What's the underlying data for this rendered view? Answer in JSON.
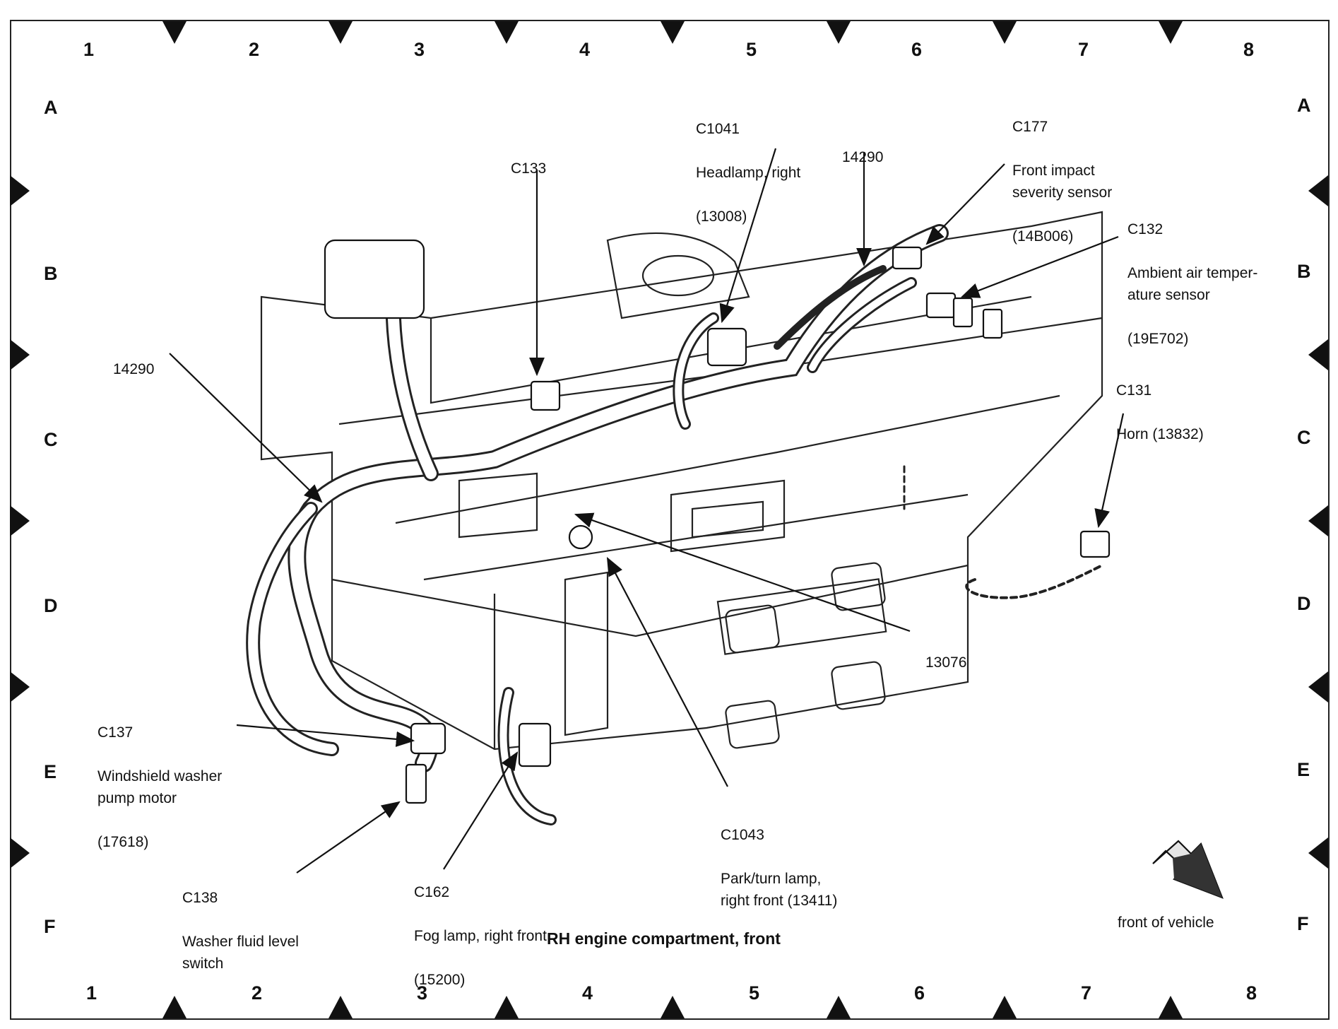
{
  "grid": {
    "columns": [
      "1",
      "2",
      "3",
      "4",
      "5",
      "6",
      "7",
      "8"
    ],
    "rows": [
      "A",
      "B",
      "C",
      "D",
      "E",
      "F"
    ]
  },
  "title": "RH engine compartment, front",
  "orientation_label": "front of vehicle",
  "callouts": {
    "c1041": {
      "id": "C1041",
      "text": "Headlamp, right",
      "part": "(13008)"
    },
    "c133": {
      "id": "C133"
    },
    "harness_top": {
      "id": "14290"
    },
    "c177": {
      "id": "C177",
      "text": "Front impact\nseverity sensor",
      "part": "(14B006)"
    },
    "c132": {
      "id": "C132",
      "text": "Ambient air temper-\nature sensor",
      "part": "(19E702)"
    },
    "harness_left": {
      "id": "14290"
    },
    "c131": {
      "id": "C131",
      "text": "Horn (13832)"
    },
    "n13076": {
      "id": "13076"
    },
    "c137": {
      "id": "C137",
      "text": "Windshield washer\npump motor",
      "part": "(17618)"
    },
    "c1043": {
      "id": "C1043",
      "text": "Park/turn lamp,\nright front (13411)"
    },
    "c138": {
      "id": "C138",
      "text": "Washer fluid level\nswitch"
    },
    "c162": {
      "id": "C162",
      "text": "Fog lamp, right front",
      "part": "(15200)"
    }
  }
}
